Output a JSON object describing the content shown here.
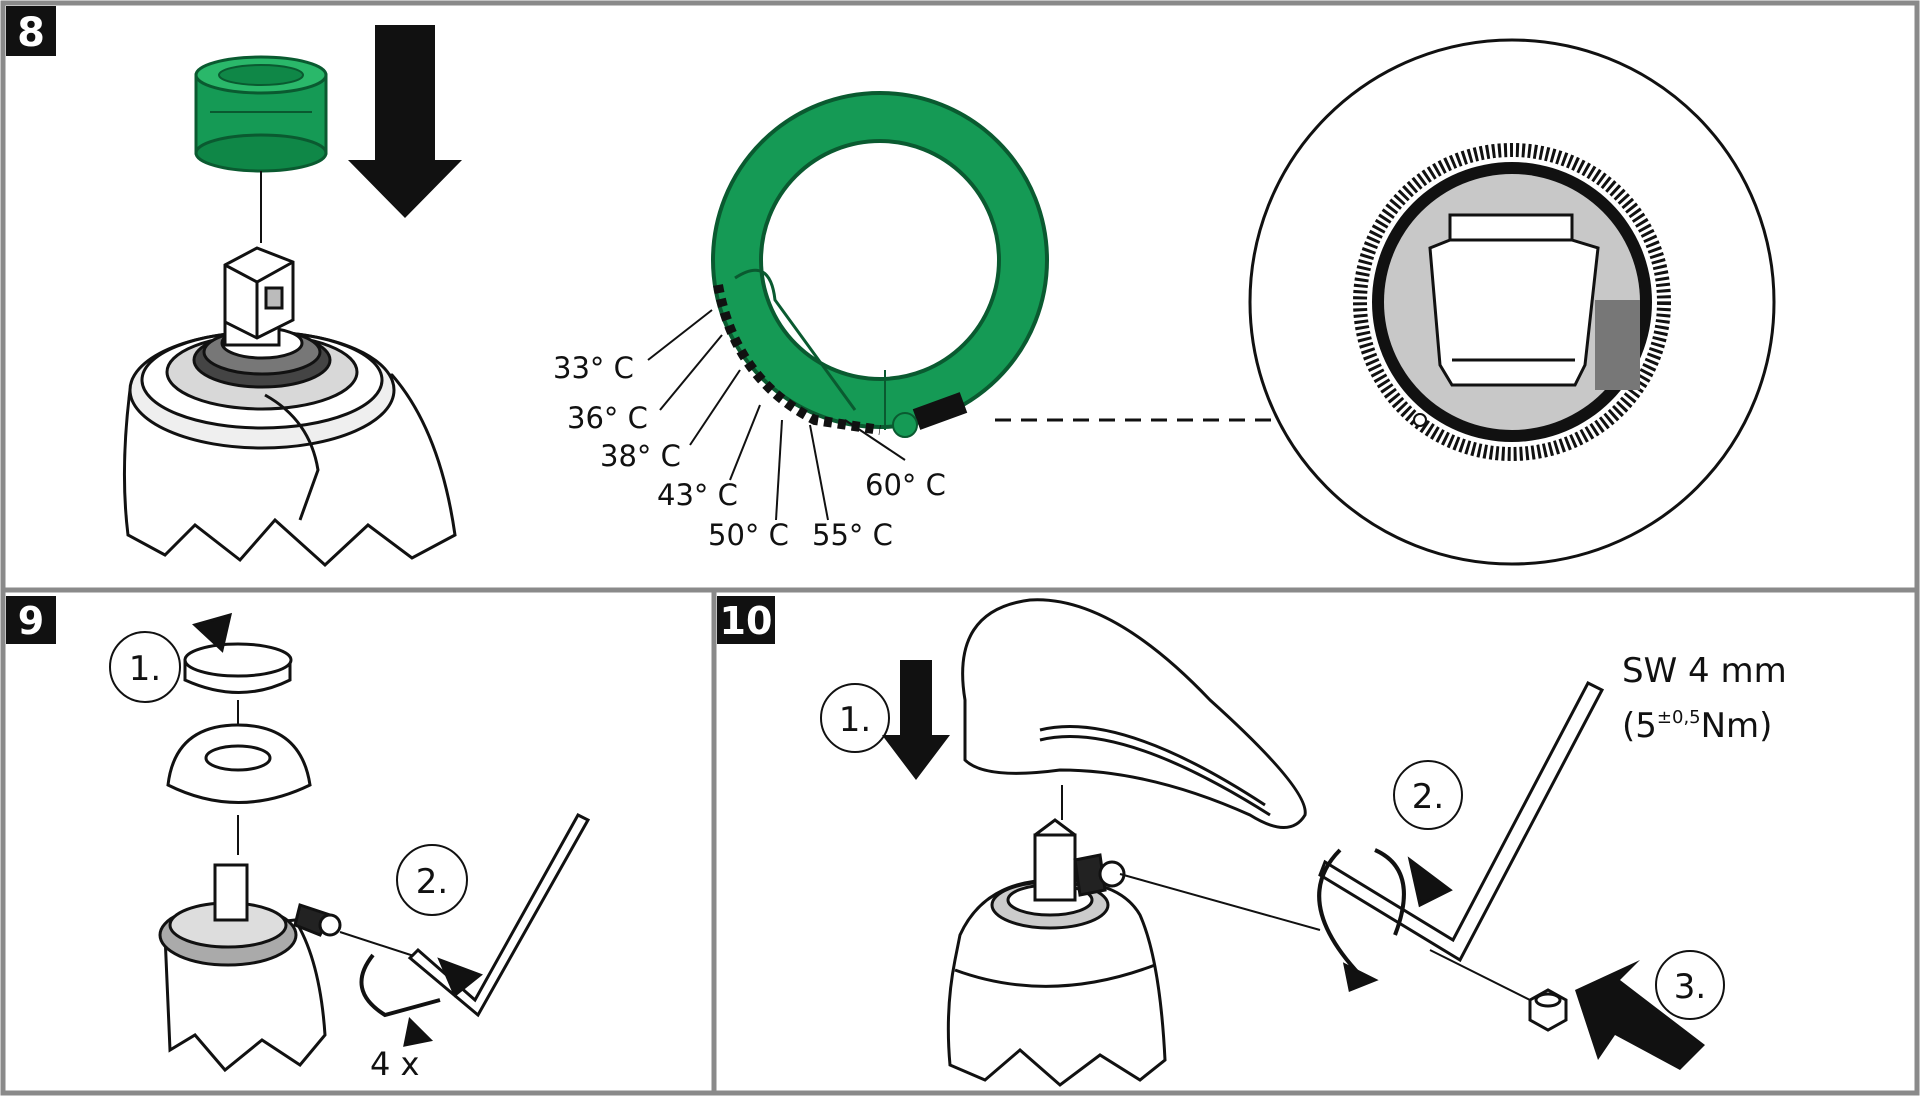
{
  "steps": {
    "step8": {
      "number": "8",
      "temperatures": [
        "33° C",
        "36° C",
        "38° C",
        "43° C",
        "50° C",
        "55° C",
        "60° C"
      ]
    },
    "step9": {
      "number": "9",
      "sub1": "1.",
      "sub2": "2.",
      "turns": "4 x"
    },
    "step10": {
      "number": "10",
      "sub1": "1.",
      "sub2": "2.",
      "sub3": "3.",
      "wrench_size": "SW 4 mm",
      "torque_base": "(5",
      "torque_tol": "±0,5",
      "torque_unit": "Nm)"
    }
  },
  "colors": {
    "green": "#159a55",
    "green_dark": "#0a6b38",
    "border": "#8a8a8a"
  }
}
